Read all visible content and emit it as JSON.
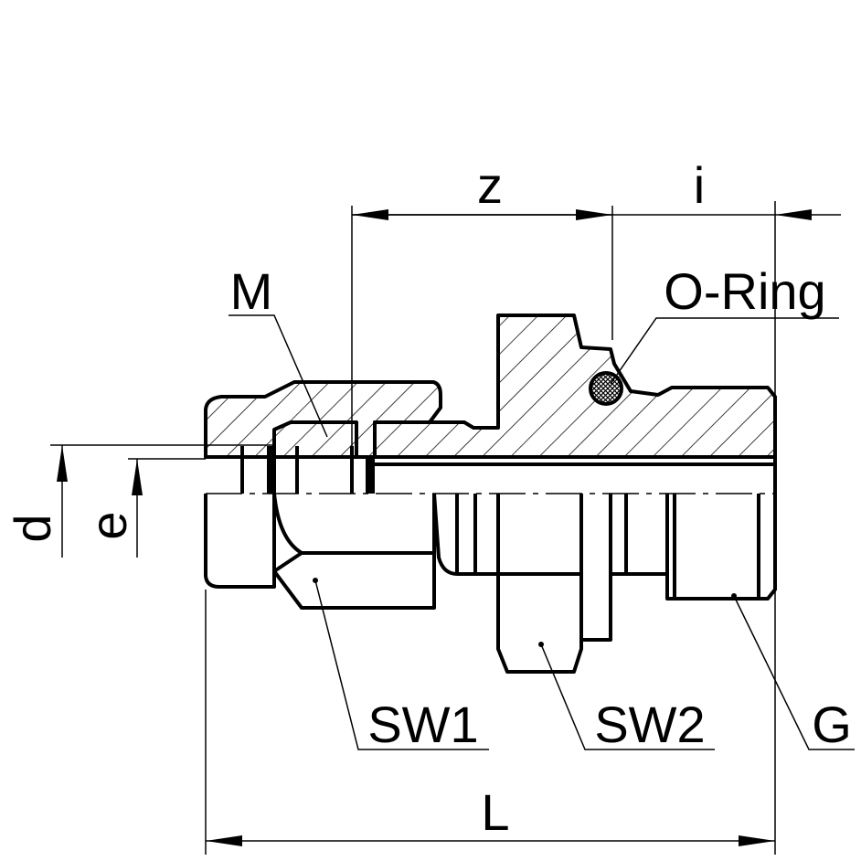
{
  "labels": {
    "z": "z",
    "i": "i",
    "M": "M",
    "o_ring": "O-Ring",
    "d": "d",
    "e": "e",
    "sw1": "SW1",
    "sw2": "SW2",
    "g": "G",
    "l": "L"
  }
}
